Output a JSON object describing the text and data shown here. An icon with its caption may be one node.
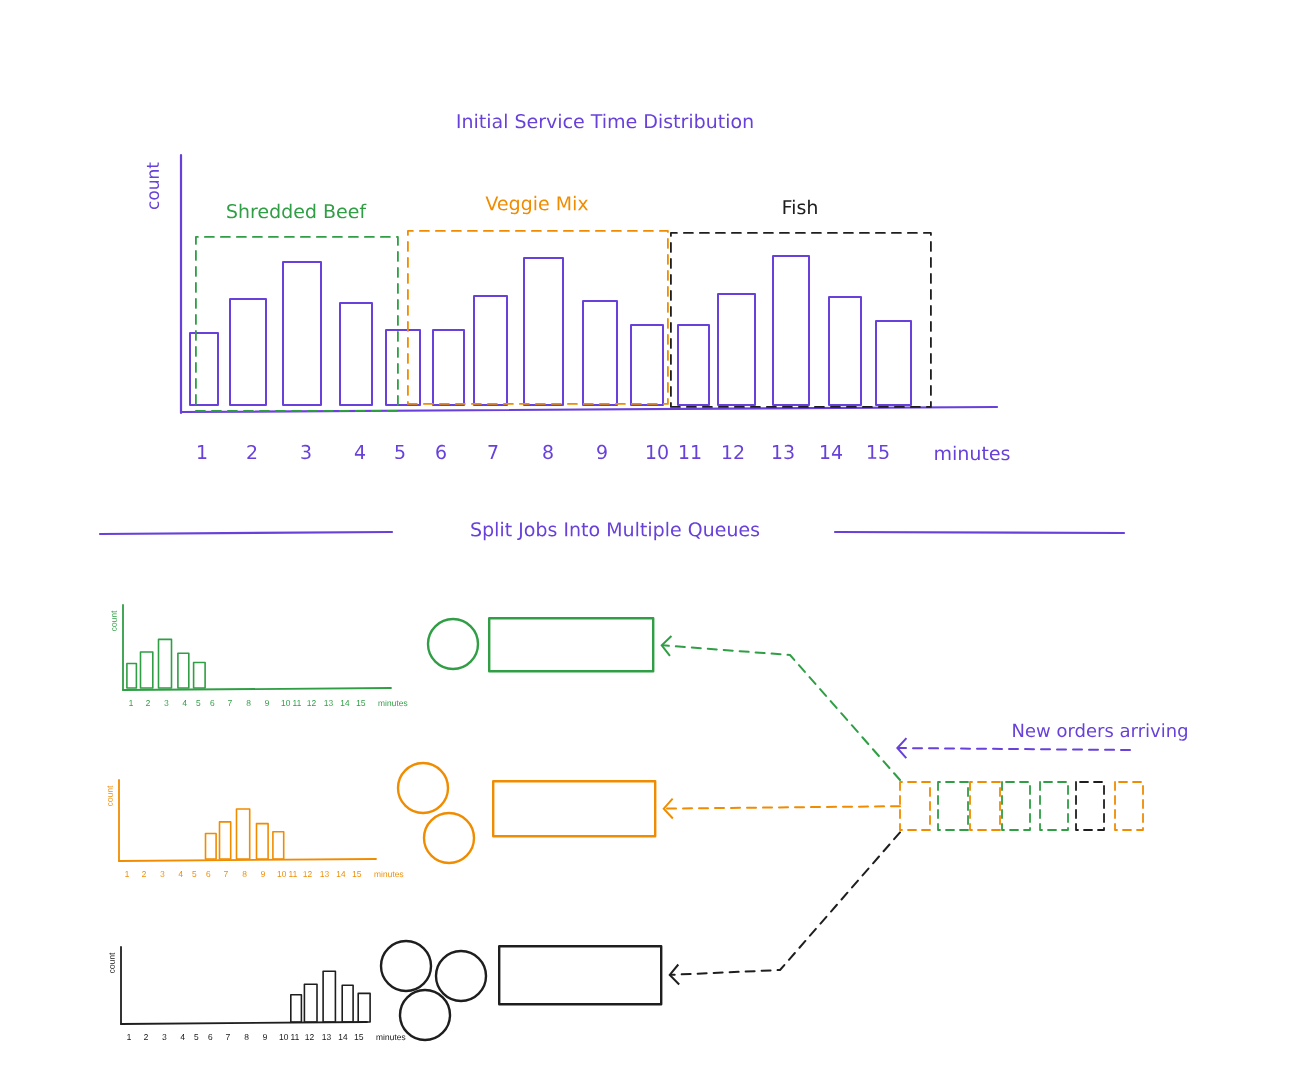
{
  "diagram": {
    "title": "Initial Service Time Distribution",
    "nodes": [
      {
        "text": [
          "Shredded Beef"
        ]
      },
      {
        "text": [
          "Veggie Mix"
        ]
      },
      {
        "text": [
          "Fish"
        ]
      },
      {
        "text": [],
        "shape": "box"
      },
      {
        "text": [],
        "shape": "box"
      },
      {
        "text": [],
        "shape": "box"
      },
      {
        "text": [],
        "shape": "box"
      }
    ],
    "edges": [
      {
        "from": 6,
        "to": 3,
        "arrow": "to",
        "style": "dashed",
        "color": "#2f9e44"
      },
      {
        "from": 6,
        "to": 4,
        "arrow": "to",
        "style": "dashed",
        "color": "#f08c00"
      },
      {
        "from": 6,
        "to": 5,
        "arrow": "to",
        "style": "dashed",
        "color": "#1e1e1e"
      }
    ],
    "labels": [
      "count",
      "1",
      "2",
      "3",
      "4",
      "5",
      "6",
      "7",
      "8",
      "9",
      "10",
      "11",
      "12",
      "13",
      "14",
      "15",
      "minutes",
      "Split Jobs Into Multiple Queues",
      "count",
      "1",
      "2",
      "3",
      "4",
      "5",
      "6",
      "7",
      "8",
      "9",
      "10",
      "11",
      "12",
      "13",
      "14",
      "15",
      "minutes",
      "count",
      "1",
      "2",
      "3",
      "4",
      "5",
      "6",
      "7",
      "8",
      "9",
      "10",
      "11",
      "12",
      "13",
      "14",
      "15",
      "minutes",
      "count",
      "1",
      "2",
      "3",
      "4",
      "5",
      "6",
      "7",
      "8",
      "9",
      "10",
      "11",
      "12",
      "13",
      "14",
      "15",
      "minutes",
      "New orders arriving"
    ]
  }
}
